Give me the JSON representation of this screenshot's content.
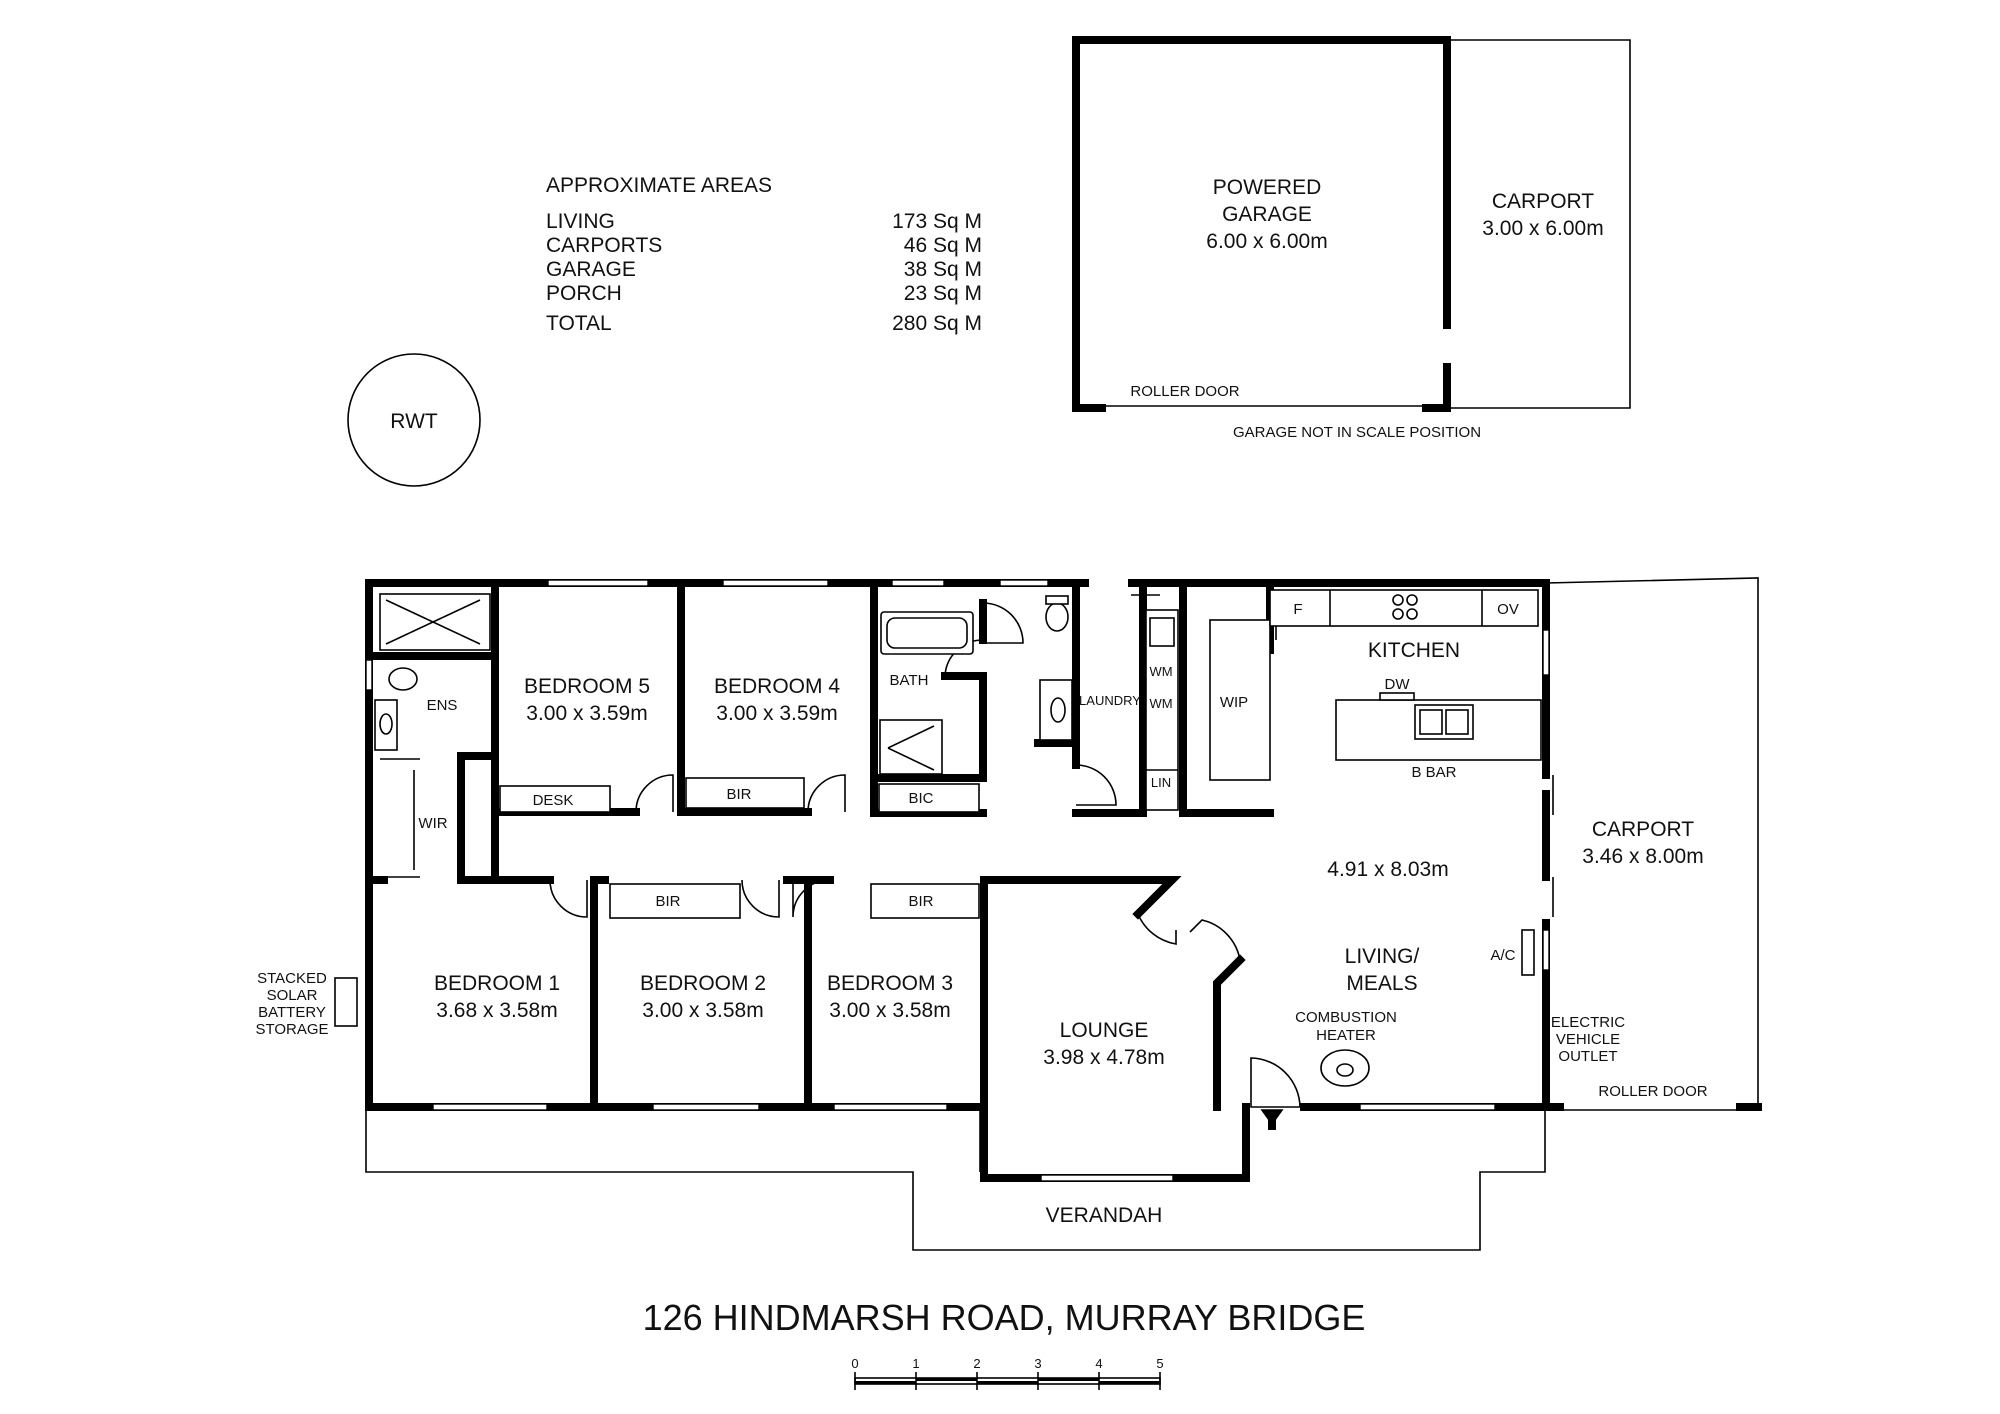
{
  "areas": {
    "heading": "APPROXIMATE AREAS",
    "rows": [
      {
        "label": "LIVING",
        "value": "173 Sq M"
      },
      {
        "label": "CARPORTS",
        "value": "46 Sq M"
      },
      {
        "label": "GARAGE",
        "value": "38 Sq M"
      },
      {
        "label": "PORCH",
        "value": "23 Sq M"
      },
      {
        "label": "TOTAL",
        "value": "280 Sq M"
      }
    ]
  },
  "rwt": "RWT",
  "garage": {
    "name_line1": "POWERED",
    "name_line2": "GARAGE",
    "size": "6.00 x 6.00m",
    "door": "ROLLER DOOR",
    "note": "GARAGE NOT IN SCALE POSITION",
    "carport_name": "CARPORT",
    "carport_size": "3.00 x 6.00m"
  },
  "rooms": {
    "bedroom5": {
      "name": "BEDROOM 5",
      "size": "3.00 x 3.59m"
    },
    "bedroom4": {
      "name": "BEDROOM 4",
      "size": "3.00 x 3.59m"
    },
    "bedroom1": {
      "name": "BEDROOM 1",
      "size": "3.68 x 3.58m"
    },
    "bedroom2": {
      "name": "BEDROOM 2",
      "size": "3.00 x 3.58m"
    },
    "bedroom3": {
      "name": "BEDROOM 3",
      "size": "3.00 x 3.58m"
    },
    "lounge": {
      "name": "LOUNGE",
      "size": "3.98 x 4.78m"
    },
    "kitchen": "KITCHEN",
    "living_line1": "LIVING/",
    "living_line2": "MEALS",
    "living_size": "4.91 x 8.03m",
    "carport_name": "CARPORT",
    "carport_size": "3.46 x 8.00m",
    "verandah": "VERANDAH"
  },
  "labels": {
    "ens": "ENS",
    "wir": "WIR",
    "desk": "DESK",
    "bir": "BIR",
    "bath": "BATH",
    "bic": "BIC",
    "laundry": "LAUNDRY",
    "wm": "WM",
    "lin": "LIN",
    "wip": "WIP",
    "f": "F",
    "ov": "OV",
    "dw": "DW",
    "bbar": "B BAR",
    "ac": "A/C",
    "heater_line1": "COMBUSTION",
    "heater_line2": "HEATER",
    "ev_line1": "ELECTRIC",
    "ev_line2": "VEHICLE",
    "ev_line3": "OUTLET",
    "roller_door": "ROLLER DOOR",
    "battery_line1": "STACKED",
    "battery_line2": "SOLAR",
    "battery_line3": "BATTERY",
    "battery_line4": "STORAGE"
  },
  "address": "126 HINDMARSH ROAD, MURRAY BRIDGE",
  "scale_bar": {
    "ticks": [
      "0",
      "1",
      "2",
      "3",
      "4",
      "5"
    ]
  }
}
